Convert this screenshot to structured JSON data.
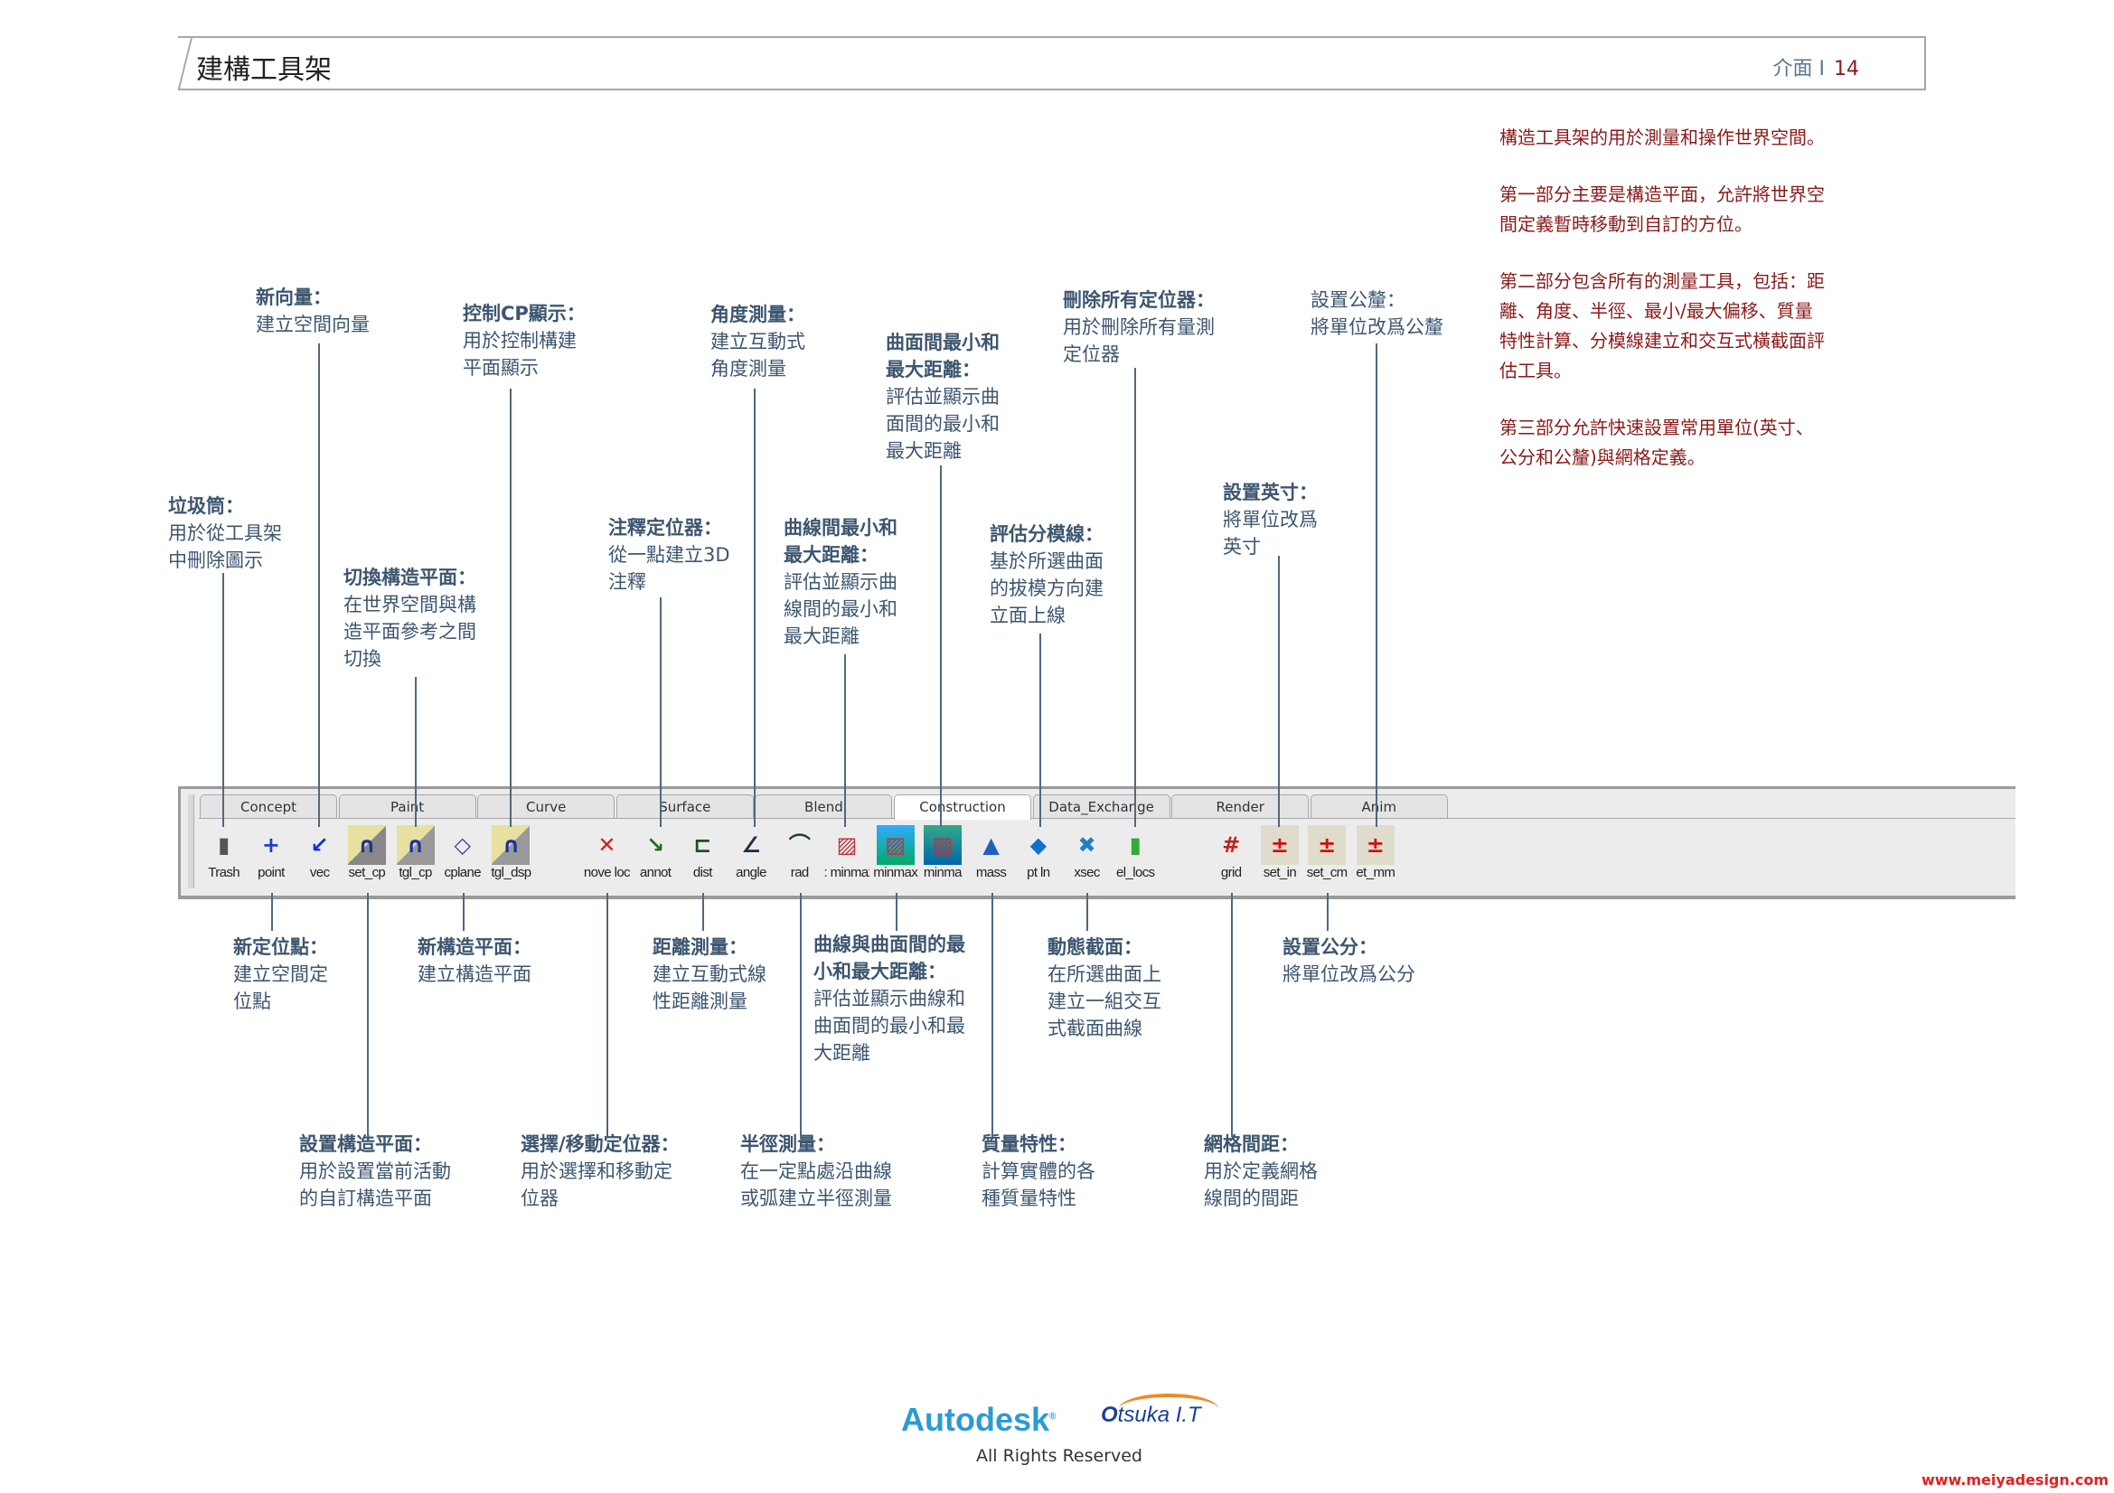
{
  "header": {
    "title": "建構工具架",
    "section": "介面 I",
    "page": "14"
  },
  "intro": [
    "構造工具架的用於測量和操作世界空間。",
    "第一部分主要是構造平面，允許將世界空\n間定義暫時移動到自訂的方位。",
    "第二部分包含所有的測量工具，包括：距\n離、角度、半徑、最小/最大偏移、質量\n特性計算、分模線建立和交互式橫截面評\n估工具。",
    "第三部分允許快速設置常用單位(英寸、\n公分和公釐)與網格定義。"
  ],
  "tabs": [
    "Concept",
    "Paint",
    "Curve",
    "Surface",
    "Blend",
    "Construction",
    "Data_Exchange",
    "Render",
    "Anim"
  ],
  "active_tab": "Construction",
  "tools": [
    {
      "label": "Trash",
      "icon": "trash-icon"
    },
    {
      "label": "point",
      "icon": "point-icon"
    },
    {
      "label": "vec",
      "icon": "vector-arrow-icon"
    },
    {
      "label": "set_cp",
      "icon": "set-construction-plane-icon"
    },
    {
      "label": "tgl_cp",
      "icon": "toggle-construction-plane-icon"
    },
    {
      "label": "cplane",
      "icon": "construction-plane-icon"
    },
    {
      "label": "tgl_dsp",
      "icon": "toggle-display-icon"
    },
    {
      "label": "nove loc",
      "icon": "move-locator-icon"
    },
    {
      "label": "annot",
      "icon": "annotation-icon"
    },
    {
      "label": "dist",
      "icon": "distance-icon"
    },
    {
      "label": "angle",
      "icon": "angle-icon"
    },
    {
      "label": "rad",
      "icon": "radius-icon"
    },
    {
      "label": ": minmax",
      "icon": "curve-minmax-icon"
    },
    {
      "label": "minmax",
      "icon": "curve-surface-minmax-icon"
    },
    {
      "label": "minma",
      "icon": "surface-minmax-icon"
    },
    {
      "label": "mass",
      "icon": "mass-icon"
    },
    {
      "label": "pt ln",
      "icon": "parting-line-icon"
    },
    {
      "label": "xsec",
      "icon": "cross-section-icon"
    },
    {
      "label": "el_locs",
      "icon": "delete-locators-icon"
    },
    {
      "label": "grid",
      "icon": "grid-icon"
    },
    {
      "label": "set_in",
      "icon": "set-inches-icon"
    },
    {
      "label": "set_cm",
      "icon": "set-cm-icon"
    },
    {
      "label": "et_mm",
      "icon": "set-mm-icon"
    }
  ],
  "annotations": [
    {
      "title": "垃圾筒：",
      "body": "用於從工具架\n中刪除圖示"
    },
    {
      "title": "新向量：",
      "body": "建立空間向量"
    },
    {
      "title": "控制CP顯示：",
      "body": "用於控制構建\n平面顯示"
    },
    {
      "title": "切換構造平面：",
      "body": "在世界空間與構\n造平面參考之間\n切換"
    },
    {
      "title": "注釋定位器：",
      "body": "從一點建立3D\n注釋"
    },
    {
      "title": "角度測量：",
      "body": "建立互動式\n角度測量"
    },
    {
      "title": "曲面間最小和\n最大距離：",
      "body": "評估並顯示曲\n面間的最小和\n最大距離"
    },
    {
      "title": "曲線間最小和\n最大距離：",
      "body": "評估並顯示曲\n線間的最小和\n最大距離"
    },
    {
      "title": "評估分模線：",
      "body": "基於所選曲面\n的拔模方向建\n立面上線"
    },
    {
      "title": "刪除所有定位器：",
      "body": "用於刪除所有量測\n定位器"
    },
    {
      "title": "設置公釐：",
      "body": "將單位改爲公釐"
    },
    {
      "title": "設置英寸：",
      "body": "將單位改爲\n英寸"
    },
    {
      "title": "新定位點：",
      "body": "建立空間定\n位點"
    },
    {
      "title": "新構造平面：",
      "body": "建立構造平面"
    },
    {
      "title": "距離測量：",
      "body": "建立互動式線\n性距離測量"
    },
    {
      "title": "曲線與曲面間的最\n小和最大距離：",
      "body": "評估並顯示曲線和\n曲面間的最小和最\n大距離"
    },
    {
      "title": "動態截面：",
      "body": "在所選曲面上\n建立一組交互\n式截面曲線"
    },
    {
      "title": "設置公分：",
      "body": "將單位改爲公分"
    },
    {
      "title": "設置構造平面：",
      "body": "用於設置當前活動\n的自訂構造平面"
    },
    {
      "title": "選擇/移動定位器：",
      "body": "用於選擇和移動定\n位器"
    },
    {
      "title": "半徑測量：",
      "body": "在一定點處沿曲線\n或弧建立半徑測量"
    },
    {
      "title": "質量特性：",
      "body": "計算實體的各\n種質量特性"
    },
    {
      "title": "網格間距：",
      "body": "用於定義網格\n線間的間距"
    }
  ],
  "footer": {
    "brand": "Autodesk",
    "partner": "tsuka I.T",
    "partner_mark": "O",
    "rights": "All Rights Reserved",
    "site": "www.meiyadesign.com"
  },
  "colors": {
    "annotation": "#3d5670",
    "intro": "#8b1a1a",
    "accent": "#2a9bd3"
  }
}
